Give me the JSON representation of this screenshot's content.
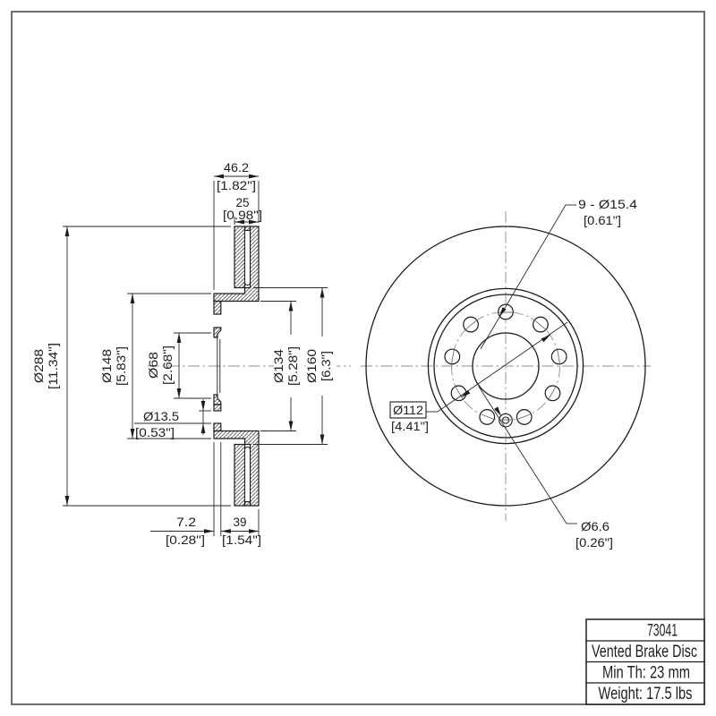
{
  "drawing": {
    "type": "technical-drawing",
    "line_color": "#1c1c1c",
    "centerline_color": "#8f8f8f",
    "background": "#ffffff"
  },
  "labels": {
    "width_mm": "46.2",
    "width_in": "[1.82\"]",
    "plates_mm": "25",
    "plates_in": "[0.98\"]",
    "od_mm": "Ø288",
    "od_in": "[11.34\"]",
    "flange_mm": "Ø148",
    "flange_in": "[5.83\"]",
    "bore_mm": "Ø68",
    "bore_in": "[2.68\"]",
    "screw_mm": "Ø13.5",
    "screw_in": "[0.53\"]",
    "inner_mm": "Ø134",
    "inner_in": "[5.28\"]",
    "hub_mm": "Ø160",
    "hub_in": "[6.3\"]",
    "wall_mm": "7.2",
    "wall_in": "[0.28\"]",
    "depth_mm": "39",
    "depth_in": "[1.54\"]",
    "boltholes_mm": "9 - Ø15.4",
    "boltholes_in": "[0.61\"]",
    "boltcircle_mm": "Ø112",
    "boltcircle_in": "[4.41\"]",
    "pin_mm": "Ø6.6",
    "pin_in": "[0.26\"]"
  },
  "title_block": {
    "part_number": "73041",
    "product_name": "Vented Brake Disc",
    "min_thickness": "Min Th: 23 mm",
    "weight": "Weight: 17.5 lbs"
  }
}
